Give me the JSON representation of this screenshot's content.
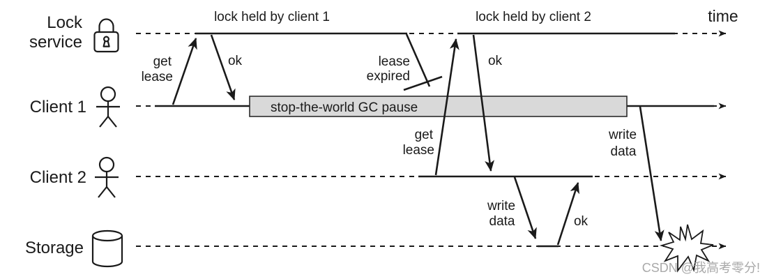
{
  "diagram": {
    "time_label": "time",
    "lock_held_1": "lock held by client 1",
    "lock_held_2": "lock held by client 2",
    "rows": {
      "lock_service": {
        "line1": "Lock",
        "line2": "service"
      },
      "client1": "Client 1",
      "client2": "Client 2",
      "storage": "Storage"
    },
    "messages": {
      "get_lease_1": {
        "line1": "get",
        "line2": "lease"
      },
      "ok_1": "ok",
      "lease_expired": {
        "line1": "lease",
        "line2": "expired"
      },
      "get_lease_2": {
        "line1": "get",
        "line2": "lease"
      },
      "ok_2": "ok",
      "write_data_2": {
        "line1": "write",
        "line2": "data"
      },
      "ok_storage": "ok",
      "write_data_1": {
        "line1": "write",
        "line2": "data"
      }
    },
    "gc_box_label": "stop-the-world GC pause",
    "watermark": "CSDN @我高考零分!",
    "icons": {
      "lock_service": "padlock-icon",
      "client1": "person-icon",
      "client2": "person-icon",
      "storage": "database-cylinder-icon",
      "crash": "explosion-icon",
      "timeline_end": "arrow-right-icon"
    },
    "colors": {
      "line": "#1a1a1a",
      "box_fill": "#d9d9d9",
      "box_border": "#2b2b2b",
      "watermark": "#a9a9a9"
    }
  }
}
